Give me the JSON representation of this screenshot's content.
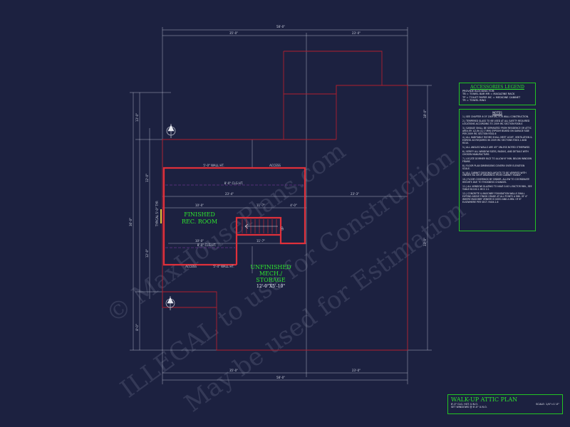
{
  "watermark": {
    "line1": "© MaxHousePlans.com",
    "line2": "ILLEGAL to use for Construction",
    "line3": "May be used for Estimation"
  },
  "dimensions": {
    "overall_width": "58'-0\"",
    "left_width": "35'-0\"",
    "right_width": "23'-0\"",
    "overall_depth": "36'-0\"",
    "right_depth": "33'-0\"",
    "right_lower": "18'-0\"",
    "rec_width": "23'-4\"",
    "rec_partial": "10'-0\"",
    "stair_dim": "11'-7\"",
    "stair_dim2": "4'-0\"",
    "left_mid": "12'-0\"",
    "right_wide": "23'-3\"",
    "left_upper": "13'-0\"",
    "left_lower": "8'-0\""
  },
  "annotations": {
    "wall_ht_top": "5'-0\" WALL HT.",
    "access_top": "ACCESS",
    "clg_ht_top": "8'-0\" CLG HT.",
    "clg_ht_bottom": "8'-0\" CLG HT.",
    "access_bottom": "ACCESS",
    "wall_ht_bottom": "5'-4\" WALL HT.",
    "stair_label": "UP",
    "left_wall_label": "TYPICAL 5'-0\" TYP."
  },
  "rooms": {
    "rec": {
      "name_line1": "FINISHED",
      "name_line2": "REC. ROOM"
    },
    "mech": {
      "name_line1": "UNFINISHED",
      "name_line2": "MECH./",
      "name_line3": "STORAGE",
      "size": "12'-0\"X5'-10\""
    }
  },
  "legend": {
    "title": "ACCESSORIES LEGEND",
    "lines": [
      "PROVIDE BLOCKING FOR:",
      "TB = TOWEL BAR        MR = MAGAZINE RACK",
      "TP = TOILET PAPER     MC = MEDICINE CABINET",
      "TR = TOWEL RING"
    ]
  },
  "notes": {
    "title": "NOTES",
    "items": [
      "1.) SEE CHAPTER 6 OF 2009 IRC FOR WALL CONSTRUCTION.",
      "2.) TEMPERED GLASS TO BE USED AT ALL SAFETY REQUIRED LOCATIONS ACCORDING TO 2009 IRC SECTION R308.4",
      "3.) GARAGE SHALL BE SEPARATED FROM RESIDENCE OR ATTIC AREA BY 1/2-IN (12.7 MM) GYPSUM BOARD ON GARAGE SIDE PER 2009 IRC SECTION R302.6",
      "4.) ALL HABITABLE ROOMS SHALL MEET LIGHT, VENTILATION & EGRESS AS REQUIRED IN 2009 IRC SECTIONS R303.1 AND R310.",
      "5.) ALL ANGLED WALLS ARE 45° UNLESS NOTED OTHERWISE.",
      "6.) VERIFY ALL WINDOW SIZES, RADIUS, AND DETAILS WITH CHOSEN MANUFACTURE.",
      "7.) LOCATE DORMER FACE TO ALLOW 6\" MIN. BELOW WINDOW FRAME.",
      "8.) FLOOR PLAN DIMENSIONS GOVERN OVER ELEVATION SCALE.",
      "9.) ALL CABINET DESIGNS/LAYOUTS TO BE VERIFIED WITH OWNER VIA SHOP DRAWINGS FROM CABINET MANUF.",
      "10.) FLOOR COVERINGS BY OWNER. ALLOW TO COORDINATE HEIGHTS DUE TO THICKNESS CHANGES.",
      "11.) ALL WINDOW GLAZING TO HAVE 0.40 U-FACTOR MIN., SEE TABLE N1102.1 IECC 2.1",
      "12.) CONCRETE & MASONRY FOUNDATION WALLS SHALL EXTEND ABOVE FINISH GRADE AT ALL POINTS A MIN. OF 4\" WHERE MASONRY VENEER IS USED AND A MIN. OF 6\" ELSEWHERE PER SECT. R404.1.6"
    ]
  },
  "title_block": {
    "title": "WALK-UP ATTIC PLAN",
    "scale": "SCALE: 1/4\"=1'-0\"",
    "note1": "8'-0\" CLG. HGT. U.N.O.",
    "note2": "SET WINDOWS @ 8'-0\" U.N.O."
  }
}
